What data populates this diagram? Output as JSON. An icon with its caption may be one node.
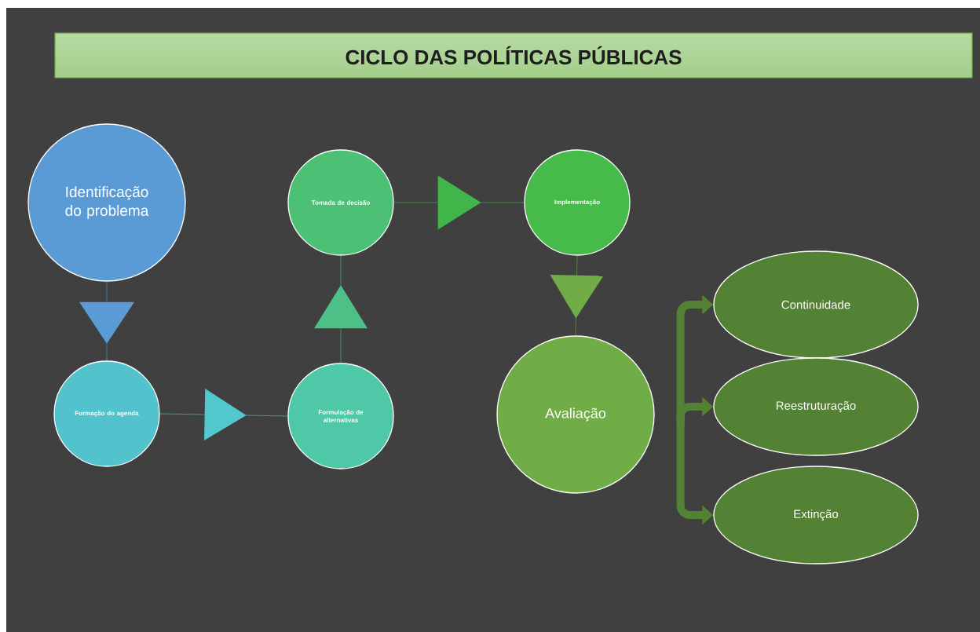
{
  "diagram": {
    "title": "CICLO DAS POLÍTICAS PÚBLICAS",
    "nodes": [
      {
        "text": [
          "Identificação do problema"
        ]
      },
      {
        "text": [
          "Tomada de decisão"
        ]
      },
      {
        "text": [
          "Implementação"
        ]
      },
      {
        "text": [
          "Formação do agenda"
        ]
      },
      {
        "text": [
          "Formulação de alternativas"
        ]
      },
      {
        "text": [
          "Avaliação"
        ]
      },
      {
        "text": [
          "Continuidade"
        ]
      },
      {
        "text": [
          "Reestruturação"
        ]
      },
      {
        "text": [
          "Extinção"
        ]
      }
    ],
    "edges": [
      {
        "from": 0,
        "to": 3,
        "arrow": "to",
        "color": "#5b9bd5"
      },
      {
        "from": 3,
        "to": 4,
        "arrow": "to",
        "color": "#52c7cc"
      },
      {
        "from": 4,
        "to": 1,
        "arrow": "to",
        "color": "#4cc087"
      },
      {
        "from": 1,
        "to": 2,
        "arrow": "to",
        "color": "#3fb54a"
      },
      {
        "from": 2,
        "to": 5,
        "arrow": "to",
        "color": "#70ad47"
      },
      {
        "from": 5,
        "to": 6,
        "arrow": "to",
        "style": "thick"
      },
      {
        "from": 5,
        "to": 7,
        "arrow": "to",
        "style": "thick"
      },
      {
        "from": 5,
        "to": 8,
        "arrow": "to",
        "style": "thick"
      }
    ]
  }
}
